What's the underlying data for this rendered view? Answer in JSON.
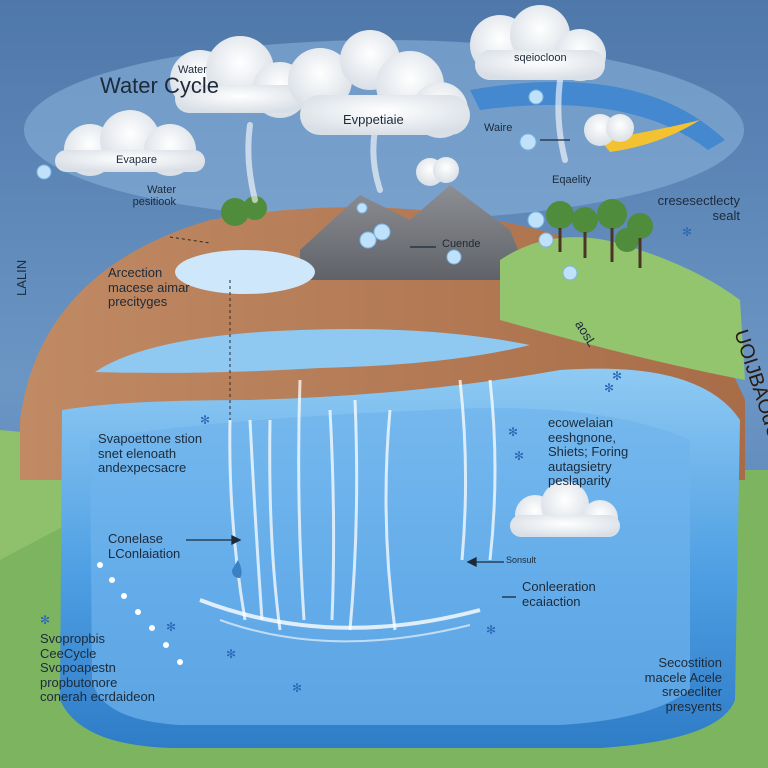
{
  "title": {
    "line1": "Water",
    "line2": "Water Cycle"
  },
  "labels": {
    "top_right": "sqeiocloon",
    "evaporation_top": "Evppetiaie",
    "water_mid": "Waire",
    "equality": "Eqaelity",
    "evapare": "Evapare",
    "water_pesilk": "Water\npesitiook",
    "cresesectry": "cresesectlecty\nsealt",
    "cuende": "Cuende",
    "arcection": "Arcection\nmacese aimar\nprecityges",
    "arc_side": "UOIJBAOdOVA",
    "arc_small": "aosL",
    "lab_side": "LALIN",
    "evap_stion": "Svapoettone stion\nsnet elenoath\nandexpecsacre",
    "ecowelaim": "ecowelaian\neeshgnone,\nShiets; Foring\nautagsietry\npeslaparity",
    "conelase": "Conelase\nLConlaiation",
    "arrow_label": "Sonsult",
    "condensation": "Conleeration\necaiaction",
    "bottom_left": "Svopropbis\nCeeCycle\nSvopoapestn\npropbutonore\nconerah ecrdaideon",
    "bottom_right": "Secostition\nmacele Acele\nsreoecliter\npresyents"
  },
  "colors": {
    "sky": "#5a86b8",
    "water": "#5aa6e6",
    "ground": "#b97e58",
    "grass": "#8fc06c",
    "mountain": "#7d7f84",
    "cloud": "#f3f5f8"
  }
}
